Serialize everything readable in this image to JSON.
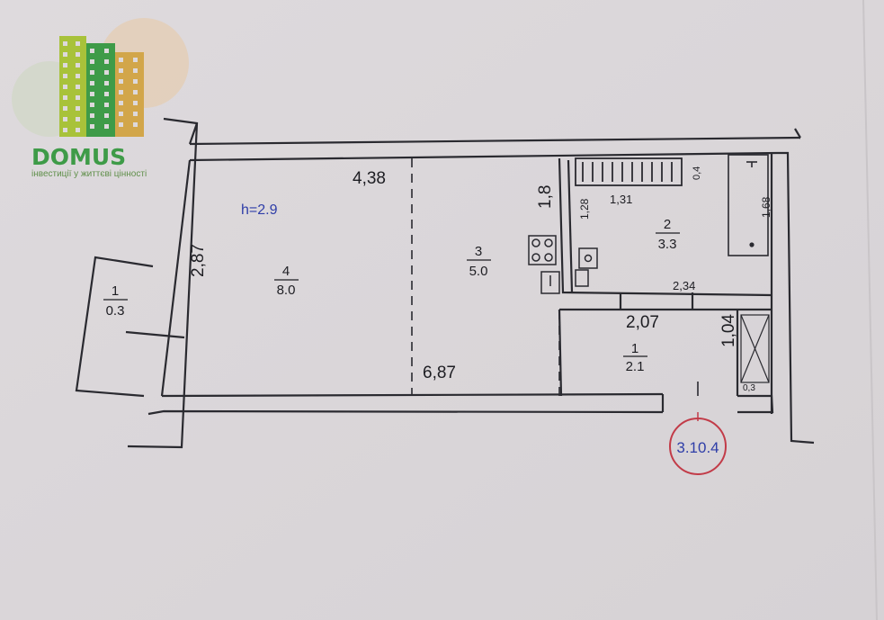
{
  "logo": {
    "name": "DOMUS",
    "tagline": "інвестиції у життєві цінності",
    "colors": {
      "green": "#3e9b48",
      "lime": "#a8c23a",
      "gold": "#d2a64a",
      "halo": "#e8c9a4"
    }
  },
  "plan": {
    "ceiling_height": "h=2.9",
    "rooms": [
      {
        "number": "4",
        "area": "8.0"
      },
      {
        "number": "3",
        "area": "5.0"
      },
      {
        "number": "2",
        "area": "3.3"
      },
      {
        "number": "1",
        "area": "2.1"
      },
      {
        "number": "1",
        "area": "0.3"
      }
    ],
    "dimensions": {
      "top_length": "4,38",
      "bottom_length": "6,87",
      "left_width": "2,87",
      "kitchen_depth": "1,8",
      "radiator_len": "1,31",
      "radiator_depth": "0,4",
      "bath_len": "1,68",
      "bath_niche": "1,28",
      "bath_width": "2,34",
      "hall_len": "2,07",
      "hall_width": "1,04",
      "closet_area": "0,3"
    },
    "unit_label": "3.10.4",
    "colors": {
      "wall": "#2a2a30",
      "paper": "#ddd9dc",
      "stamp": "#c23b48",
      "blue_text": "#2f3ea8"
    }
  }
}
